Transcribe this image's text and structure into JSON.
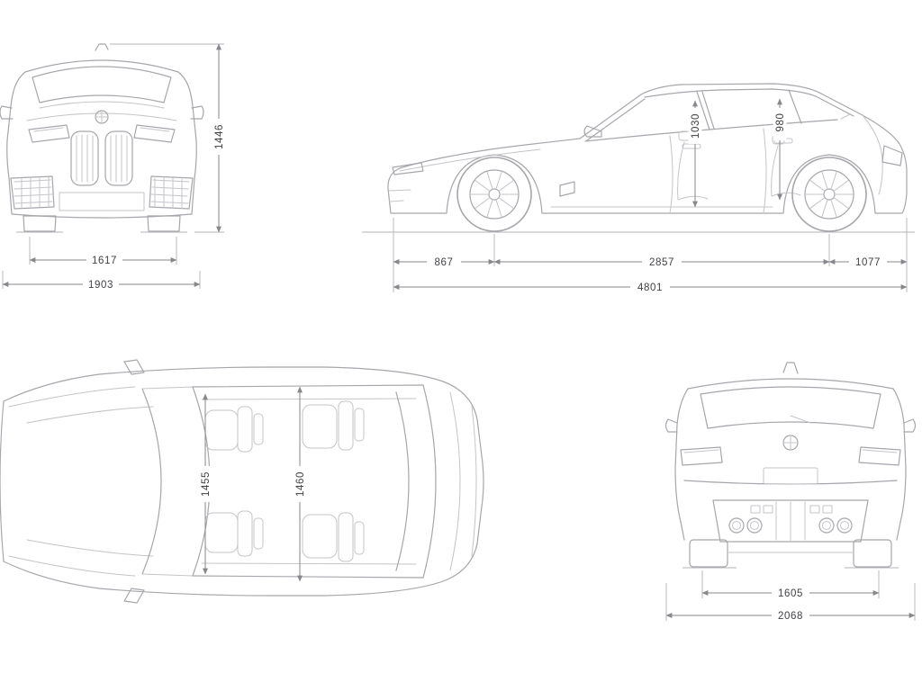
{
  "diagram": {
    "subject": "car-dimensions-blueprint",
    "views": [
      "front",
      "side",
      "top",
      "rear"
    ]
  },
  "dims": {
    "front": {
      "height": "1446",
      "track": "1617",
      "width": "1903"
    },
    "side": {
      "front_headroom": "1030",
      "rear_headroom": "980",
      "front_overhang": "867",
      "wheelbase": "2857",
      "rear_overhang": "1077",
      "length": "4801"
    },
    "top": {
      "front_interior_width": "1455",
      "rear_interior_width": "1460"
    },
    "rear": {
      "track": "1605",
      "width_with_mirrors": "2068"
    }
  },
  "colors": {
    "background": "#ffffff",
    "line": "#a6a6ac",
    "line_light": "#c4c4ca",
    "dim": "#87878d",
    "ext": "#b3b3b9",
    "text": "#3f3f45"
  }
}
